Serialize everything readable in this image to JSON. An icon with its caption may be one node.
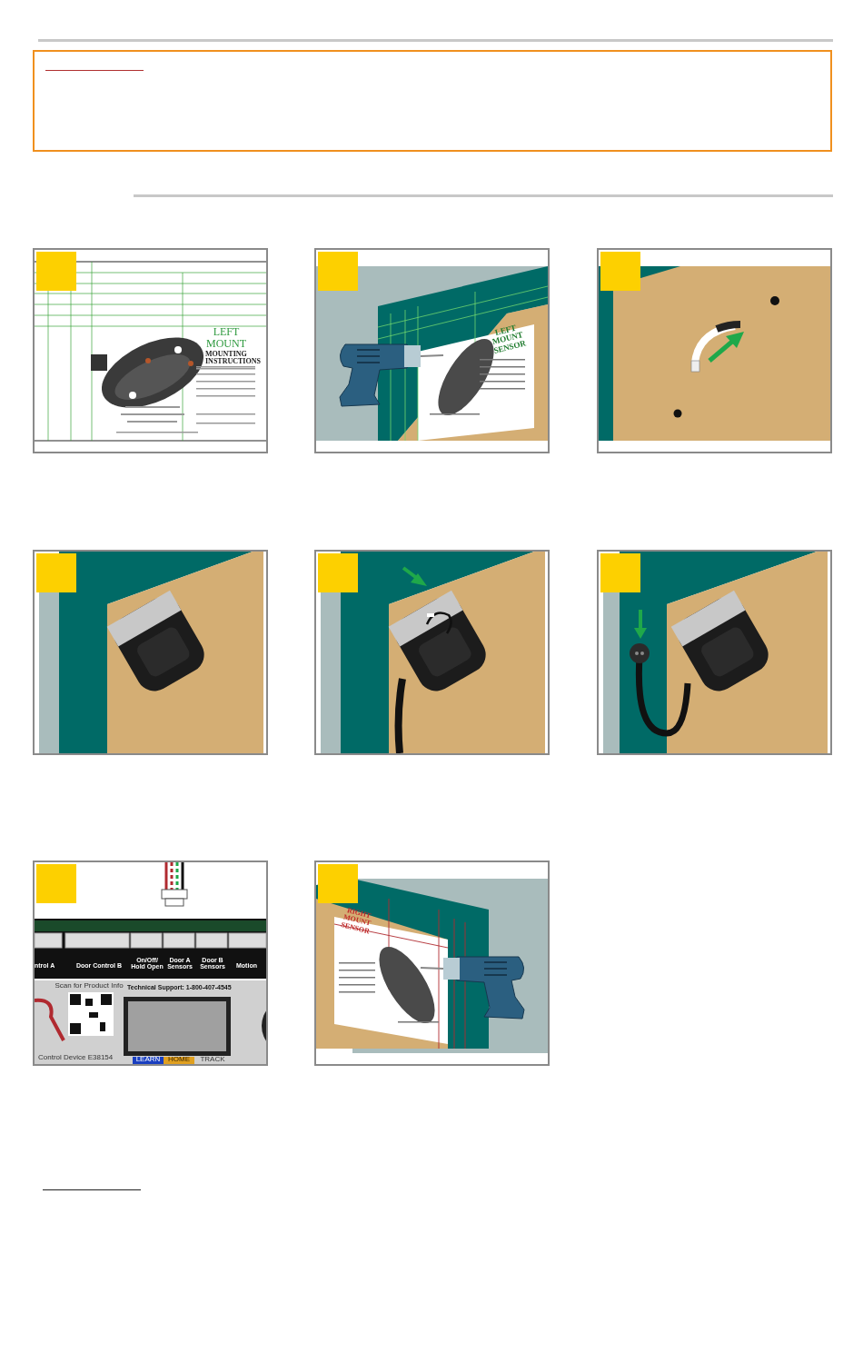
{
  "diagram": {
    "nodes": [
      {
        "text": [],
        "shape": "box"
      }
    ],
    "labels": [
      "LEFT MOUNT",
      "MOUNTING INSTRUCTIONS",
      "LEFT MOUNT SENSOR",
      "ntrol A",
      "Door Control B",
      "On/Off/ Hold Open",
      "Door A Sensors",
      "Door B Sensors",
      "Motion",
      "Scan for Product Info",
      "Technical Support: 1-800-407-4545",
      "Control Device E38154",
      "LEARN",
      "HOME",
      "TRACK",
      "RIGHT MOUNT SENSOR"
    ]
  }
}
